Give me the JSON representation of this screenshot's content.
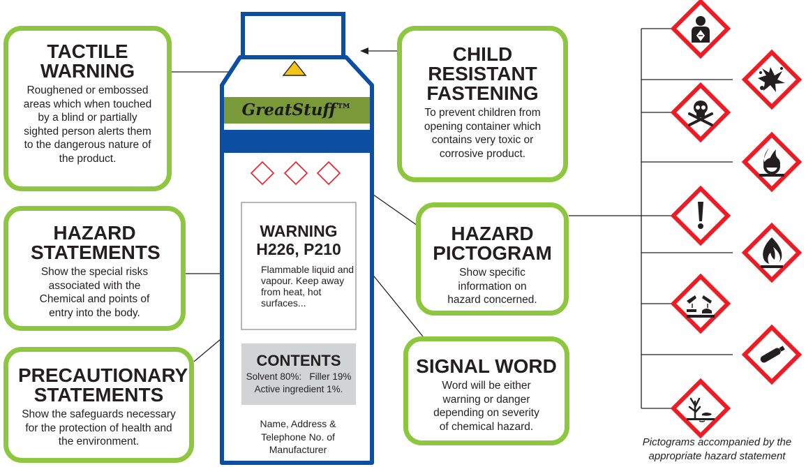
{
  "boxes": {
    "tactile": {
      "title": "TACTILE WARNING",
      "body": "Roughened or embossed areas which when touched by a blind or partially sighted person alerts them to the dangerous nature of the product."
    },
    "child": {
      "title": "CHILD RESISTANT FASTENING",
      "body": "To prevent children from opening container which contains very toxic or corrosive product."
    },
    "hazard_statements": {
      "title": "HAZARD STATEMENTS",
      "body": "Show the special risks associated with the Chemical and points of entry into the body."
    },
    "pictogram": {
      "title": "HAZARD PICTOGRAM",
      "body": "Show specific information on hazard concerned."
    },
    "precautionary": {
      "title": "PRECAUTIONARY STATEMENTS",
      "body": "Show the safeguards necessary for the protection of health and the environment."
    },
    "signal": {
      "title": "SIGNAL WORD",
      "body": "Word will be either warning or danger depending on severity of chemical hazard."
    }
  },
  "bottle": {
    "brand": "GreatStuff™",
    "warning_title": "WARNING",
    "codes": "H226, P210",
    "statement": "Flammable liquid and vapour. Keep away from heat, hot surfaces...",
    "contents_title": "CONTENTS",
    "contents_line1": "Solvent 80%:   Filler 19%",
    "contents_line2": "Active ingredient 1%.",
    "manufacturer": "Name, Address & Telephone No. of Manufacturer"
  },
  "pictograms": {
    "icons": [
      "health-hazard-icon",
      "explosive-icon",
      "toxic-skull-icon",
      "oxidizer-icon",
      "exclamation-icon",
      "flammable-icon",
      "corrosive-icon",
      "gas-cylinder-icon",
      "environment-icon"
    ],
    "caption": "Pictograms accompanied by the appropriate hazard statement"
  },
  "colors": {
    "green": "#8dc63f",
    "blue": "#0b4ea2",
    "red": "#ed1c24",
    "olive": "#7a9a3a"
  }
}
